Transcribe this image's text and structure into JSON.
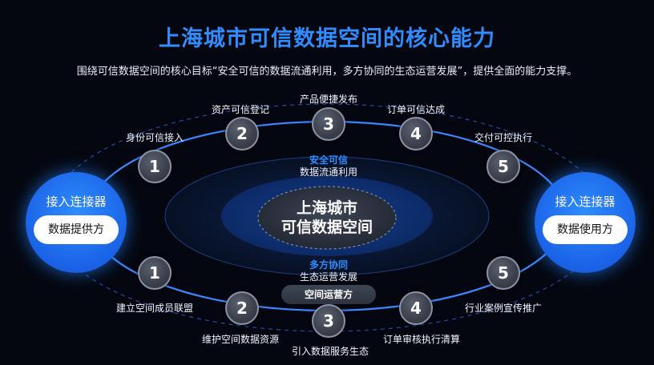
{
  "title": "上海城市可信数据空间的核心能力",
  "subtitle": "围绕可信数据空间的核心目标“安全可信的数据流通利用，多方协同的生态运营发展”，提供全面的能力支撑。",
  "center": {
    "line1": "上海城市",
    "line2": "可信数据空间"
  },
  "top_inner": {
    "strong": "安全可信",
    "text": "数据流通利用"
  },
  "bottom_inner": {
    "strong": "多方协同",
    "text": "生态运营发展"
  },
  "operator_label": "空间运营方",
  "left_connector": {
    "title": "接入连接器",
    "pill": "数据提供方"
  },
  "right_connector": {
    "title": "接入连接器",
    "pill": "数据使用方"
  },
  "top_nodes": [
    {
      "num": "1",
      "label": "身份可信接入"
    },
    {
      "num": "2",
      "label": "资产可信登记"
    },
    {
      "num": "3",
      "label": "产品便捷发布"
    },
    {
      "num": "4",
      "label": "订单可信达成"
    },
    {
      "num": "5",
      "label": "交付可控执行"
    }
  ],
  "bottom_nodes": [
    {
      "num": "1",
      "label": "建立空间成员联盟"
    },
    {
      "num": "2",
      "label": "维护空间数据资源"
    },
    {
      "num": "3",
      "label": "引入数据服务生态"
    },
    {
      "num": "4",
      "label": "订单审核执行清算"
    },
    {
      "num": "5",
      "label": "行业案例宣传推广"
    }
  ],
  "colors": {
    "accent": "#2f8dff",
    "node_fill": "#3a3f4a",
    "connector": "#1a62e6"
  }
}
